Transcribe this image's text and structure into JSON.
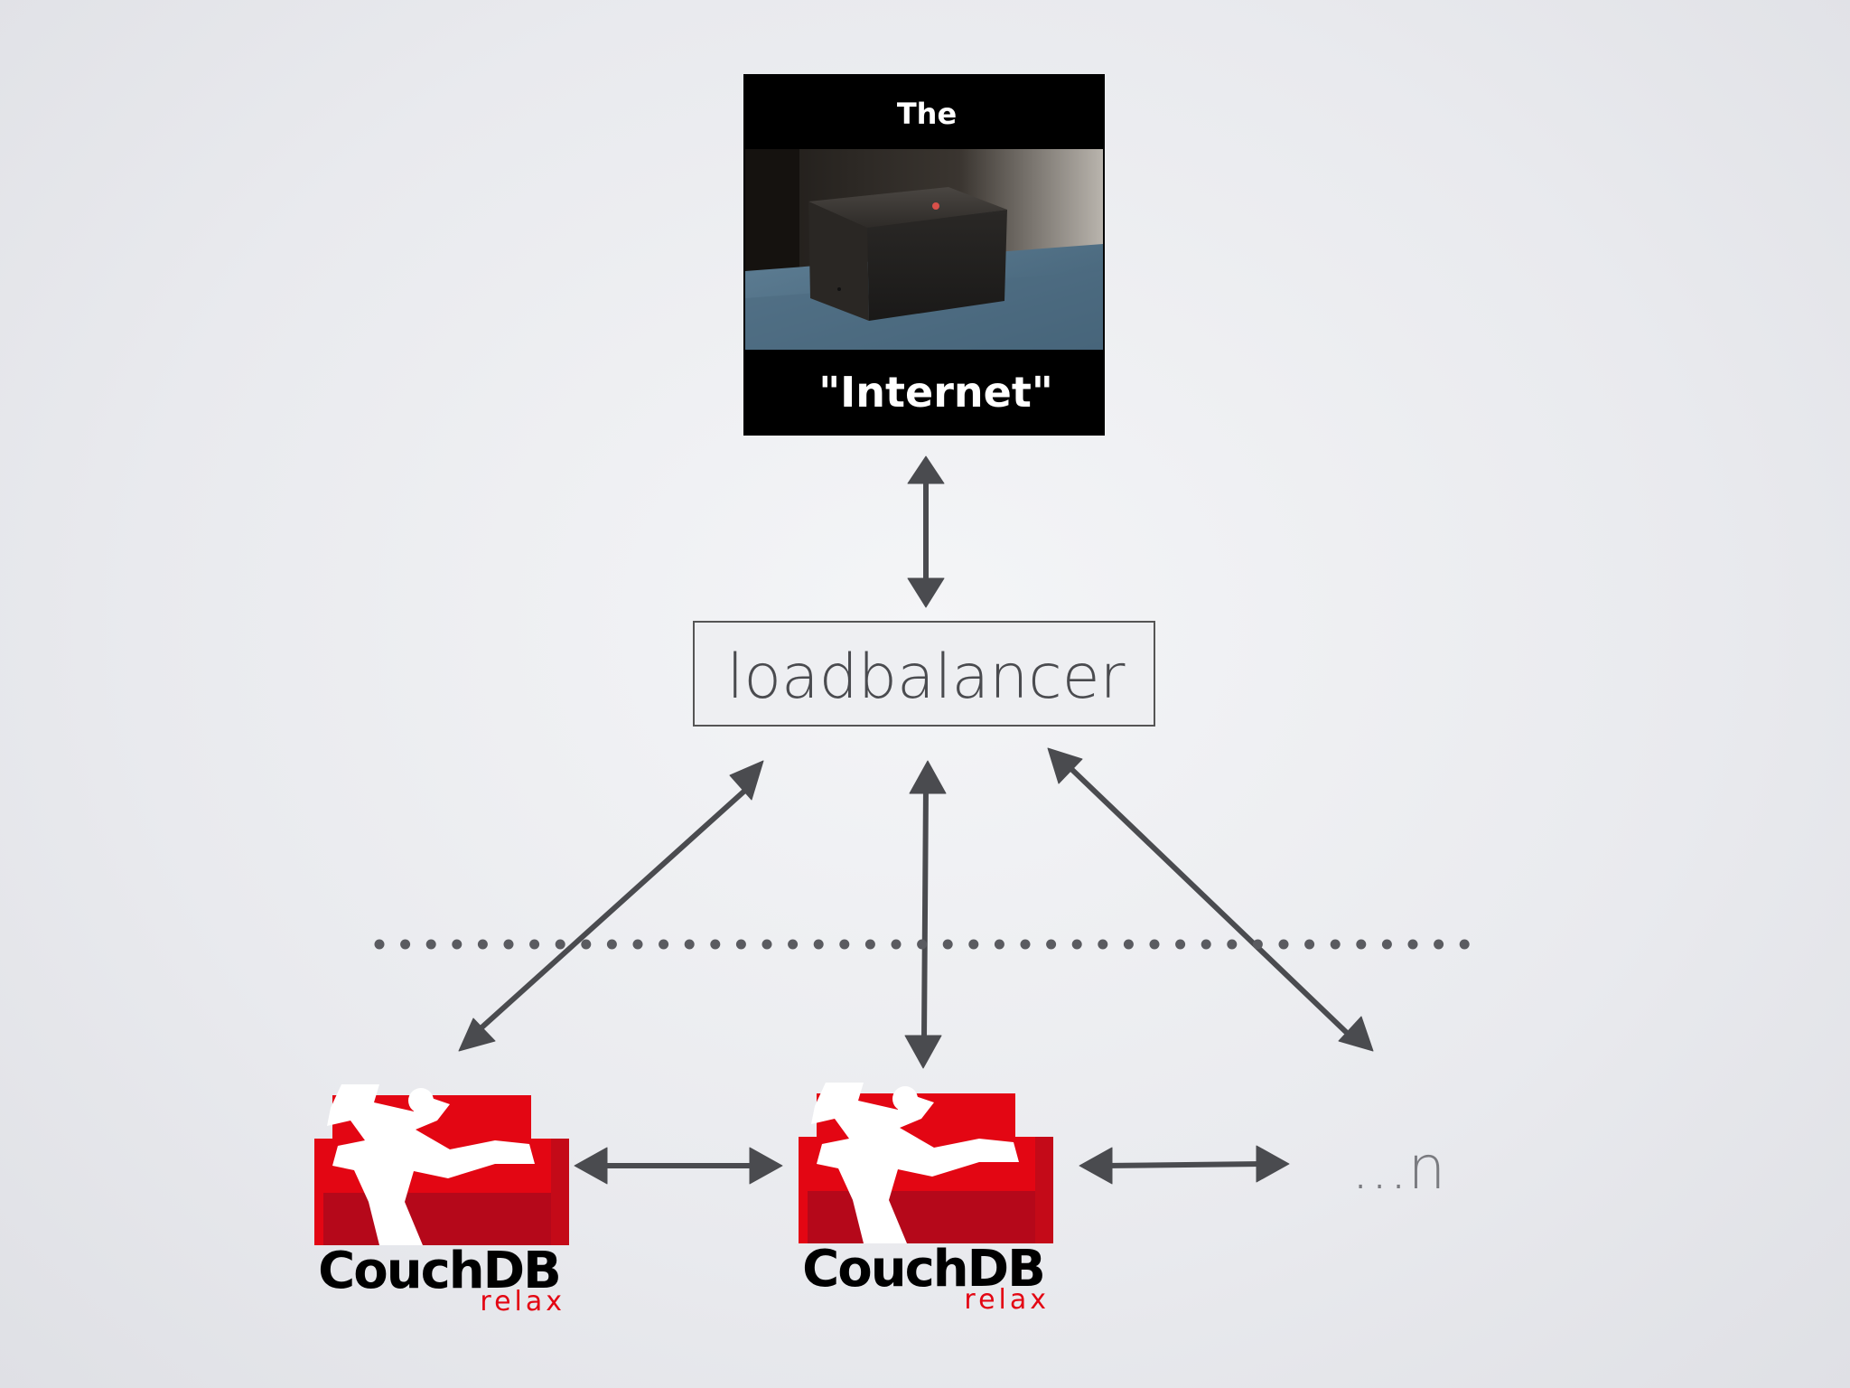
{
  "internet_image": {
    "top_text": "The",
    "bottom_text": "\"Internet\""
  },
  "loadbalancer": {
    "label": "loadbalancer"
  },
  "nodes": [
    {
      "name": "CouchDB",
      "tagline": "relax"
    },
    {
      "name": "CouchDB",
      "tagline": "relax"
    }
  ],
  "more_nodes": {
    "label": "...n"
  },
  "colors": {
    "background": "#e9eaee",
    "arrow": "#4a4b4f",
    "couch_red": "#e30613",
    "couch_dark_red": "#b5081a",
    "dotted_line": "#5a5b60"
  }
}
